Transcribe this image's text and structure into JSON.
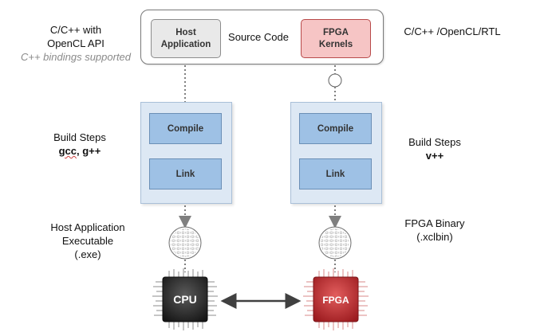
{
  "source": {
    "label": "Source Code",
    "host_application": [
      "Host",
      "Application"
    ],
    "fpga_kernels": [
      "FPGA",
      "Kernels"
    ]
  },
  "left_notes": {
    "host_lang": [
      "C/C++ with",
      "OpenCL API"
    ],
    "bindings_note": "C++ bindings supported",
    "build_title": "Build Steps",
    "build_tools": "gcc, g++",
    "build_tools_flagged": "gcc",
    "build_tools_rest": ", g++",
    "output": [
      "Host Application",
      "Executable",
      "(.exe)"
    ]
  },
  "right_notes": {
    "kernel_lang": "C/C++ /OpenCL/RTL",
    "build_title": "Build Steps",
    "build_tools": "v++",
    "output": [
      "FPGA Binary",
      "(.xclbin)"
    ]
  },
  "host_build": {
    "compile": "Compile",
    "link": "Link"
  },
  "fpga_build": {
    "compile": "Compile",
    "link": "Link"
  },
  "chips": {
    "cpu": "CPU",
    "fpga": "FPGA"
  },
  "colors": {
    "build_panel": "#dde8f4",
    "step_box": "#9ec1e5",
    "kernel_box": "#f6c5c5",
    "cpu_chip": "#2a2a2a",
    "fpga_chip": "#c0272d"
  }
}
